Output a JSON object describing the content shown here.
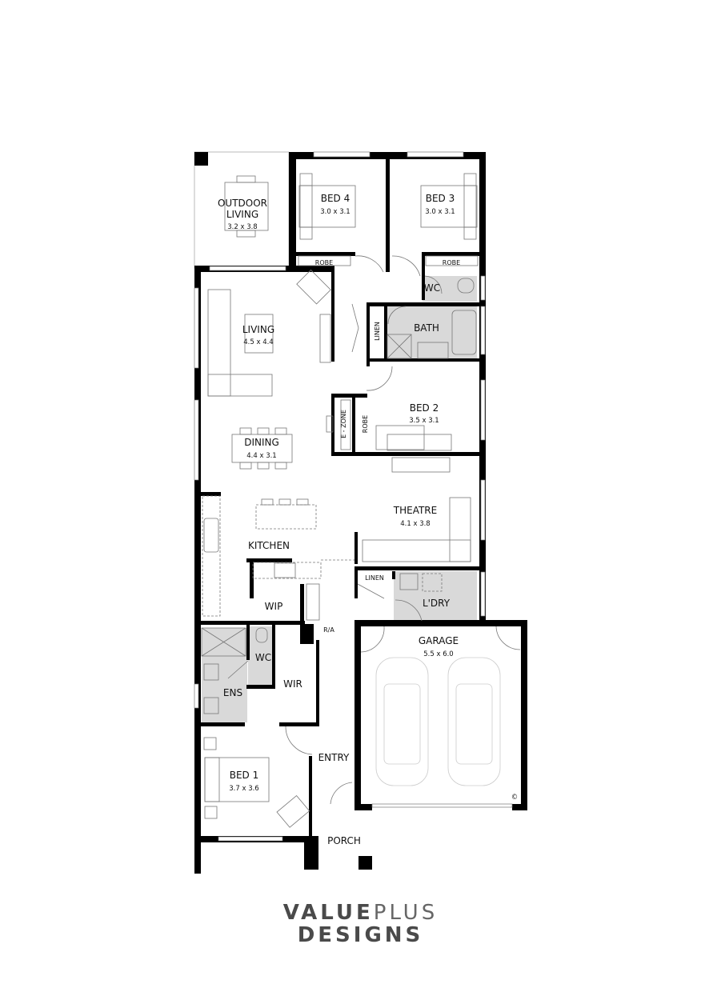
{
  "rooms": {
    "outdoor_living": {
      "name_line1": "OUTDOOR",
      "name_line2": "LIVING",
      "size": "3.2 x 3.8"
    },
    "bed4": {
      "name": "BED 4",
      "size": "3.0 x 3.1"
    },
    "bed3": {
      "name": "BED 3",
      "size": "3.0 x 3.1"
    },
    "robe4": {
      "name": "ROBE"
    },
    "robe3": {
      "name": "ROBE"
    },
    "wc_upper": {
      "name": "WC"
    },
    "bath": {
      "name": "BATH"
    },
    "linen_upper": {
      "name": "LINEN"
    },
    "living": {
      "name": "LIVING",
      "size": "4.5 x 4.4"
    },
    "bed2": {
      "name": "BED 2",
      "size": "3.5 x 3.1"
    },
    "ezone": {
      "name": "E - ZONE"
    },
    "robe2": {
      "name": "ROBE"
    },
    "dining": {
      "name": "DINING",
      "size": "4.4 x 3.1"
    },
    "theatre": {
      "name": "THEATRE",
      "size": "4.1 x 3.8"
    },
    "kitchen": {
      "name": "KITCHEN"
    },
    "linen_lower": {
      "name": "LINEN"
    },
    "laundry": {
      "name": "L'DRY"
    },
    "wip": {
      "name": "WIP"
    },
    "ra": {
      "name": "R/A"
    },
    "garage": {
      "name": "GARAGE",
      "size": "5.5 x 6.0"
    },
    "wc_ens": {
      "name": "WC"
    },
    "ens": {
      "name": "ENS"
    },
    "wir": {
      "name": "WIR"
    },
    "entry": {
      "name": "ENTRY"
    },
    "bed1": {
      "name": "BED 1",
      "size": "3.7 x 3.6"
    },
    "porch": {
      "name": "PORCH"
    }
  },
  "copyright": "©",
  "brand": {
    "line1_bold": "VALUE",
    "line1_light": "PLUS",
    "line2": "DESIGNS"
  }
}
